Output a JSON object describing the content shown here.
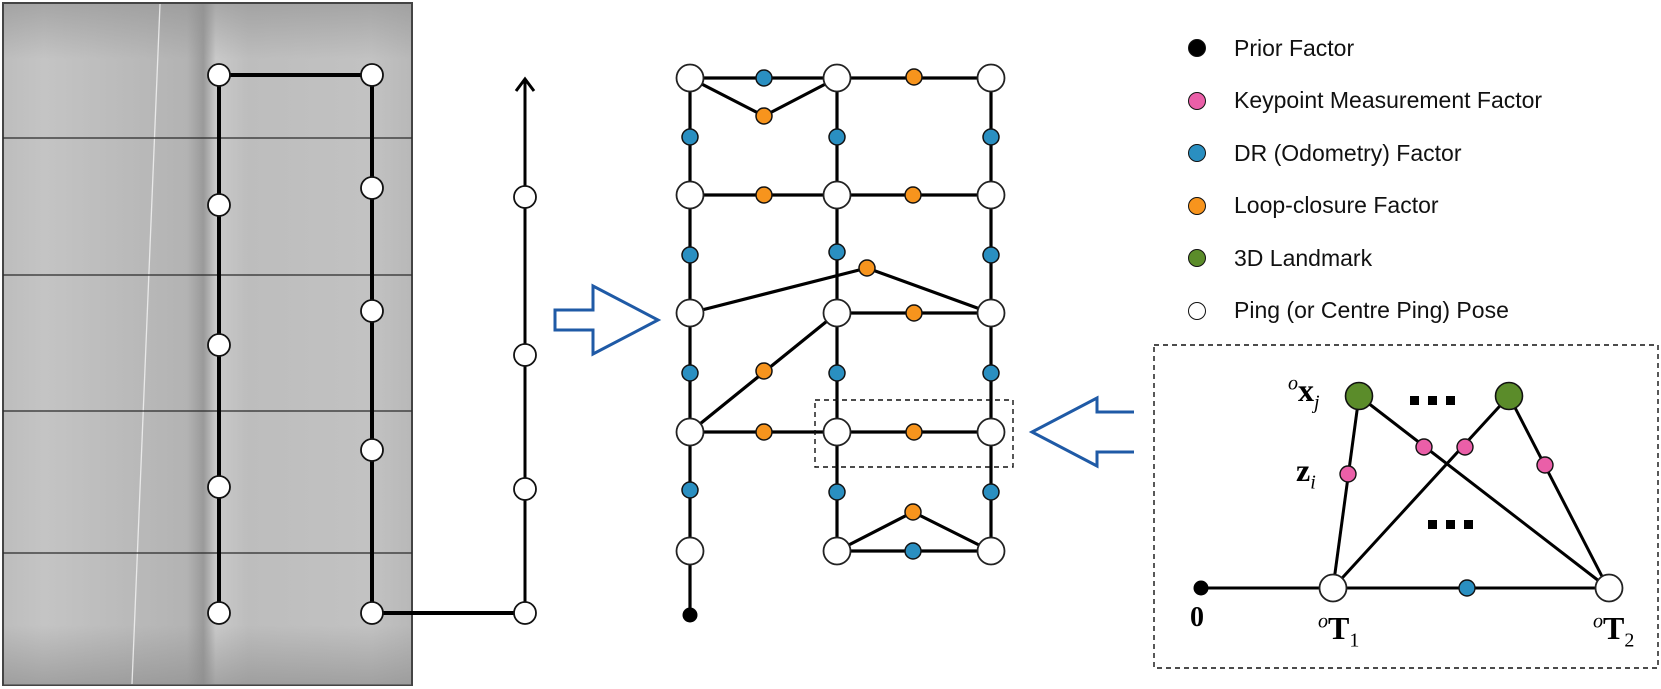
{
  "figure": {
    "panels": [
      "sonar-trajectory",
      "straightened-trajectory",
      "factor-graph",
      "legend",
      "zoom-inset"
    ]
  },
  "colors": {
    "prior": "#000000",
    "keypoint": "#ea5fa8",
    "dr_odometry": "#2a8fc1",
    "loop_closure": "#f7941d",
    "landmark": "#5b8c2a",
    "ping_pose": "#ffffff",
    "arrow": "#1f5aa6",
    "sonar_bg": "#b4b4b4"
  },
  "legend": {
    "items": [
      {
        "label": "Prior Factor",
        "color": "#000000"
      },
      {
        "label": "Keypoint Measurement Factor",
        "color": "#ea5fa8"
      },
      {
        "label": "DR (Odometry) Factor",
        "color": "#2a8fc1"
      },
      {
        "label": "Loop-closure Factor",
        "color": "#f7941d"
      },
      {
        "label": "3D Landmark",
        "color": "#5b8c2a"
      },
      {
        "label": "Ping (or Centre Ping) Pose",
        "color": "#ffffff"
      }
    ]
  },
  "inset": {
    "landmark_label_base": "x",
    "landmark_label_sup": "o",
    "landmark_label_sub": "j",
    "measurement_label_base": "z",
    "measurement_label_sub": "i",
    "origin_label": "0",
    "pose1_sup": "o",
    "pose1_base": "T",
    "pose1_sub": "1",
    "pose2_sup": "o",
    "pose2_base": "T",
    "pose2_sub": "2",
    "ellipsis": "..."
  }
}
